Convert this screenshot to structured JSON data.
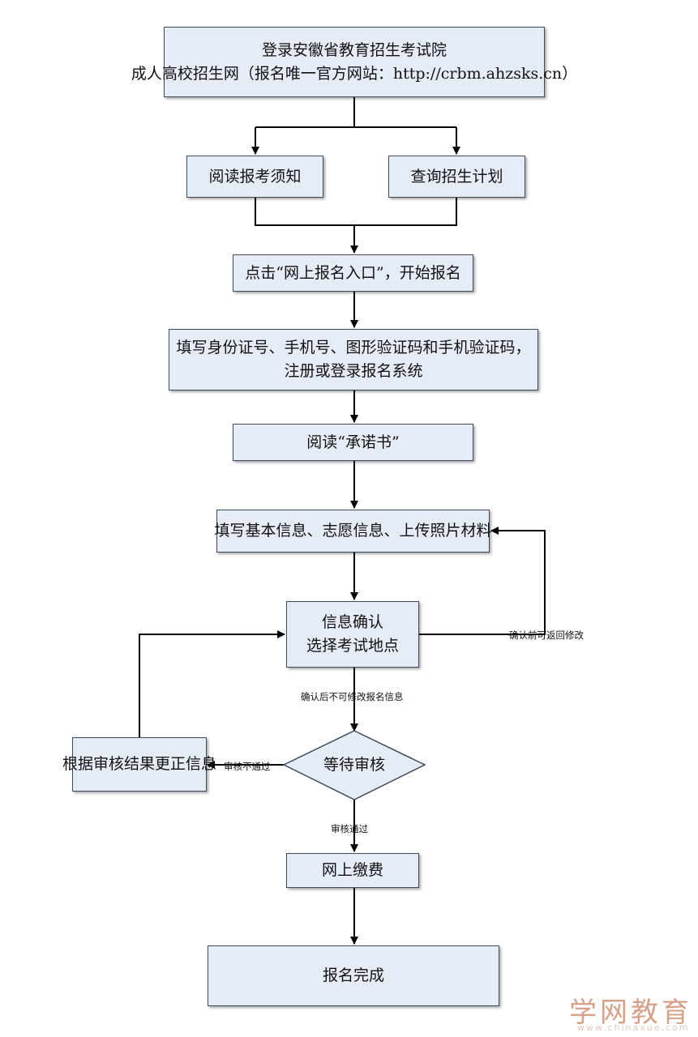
{
  "flowchart": {
    "login": [
      "登录安徽省教育招生考试院",
      "成人高校招生网（报名唯一官方网站：http://crbm.ahzsks.cn）"
    ],
    "read_notice": "阅读报考须知",
    "query_plan": "查询招生计划",
    "click_entry": "点击“网上报名入口”，开始报名",
    "register": [
      "填写身份证号、手机号、图形验证码和手机验证码，",
      "注册或登录报名系统"
    ],
    "read_pledge": "阅读“承诺书”",
    "fill_info": "填写基本信息、志愿信息、上传照片材料",
    "confirm": [
      "信息确认",
      "选择考试地点"
    ],
    "wait_review": "等待审核",
    "correct_info": "根据审核结果更正信息",
    "pay_online": "网上缴费",
    "complete": "报名完成",
    "edge_labels": {
      "before_confirm": "确认前可返回修改",
      "after_confirm": "确认后不可修改报名信息",
      "review_failed": "审核不通过",
      "review_passed": "审核通过"
    }
  },
  "watermark": {
    "text": "学网教育",
    "url": "www.chinaxue.com"
  }
}
